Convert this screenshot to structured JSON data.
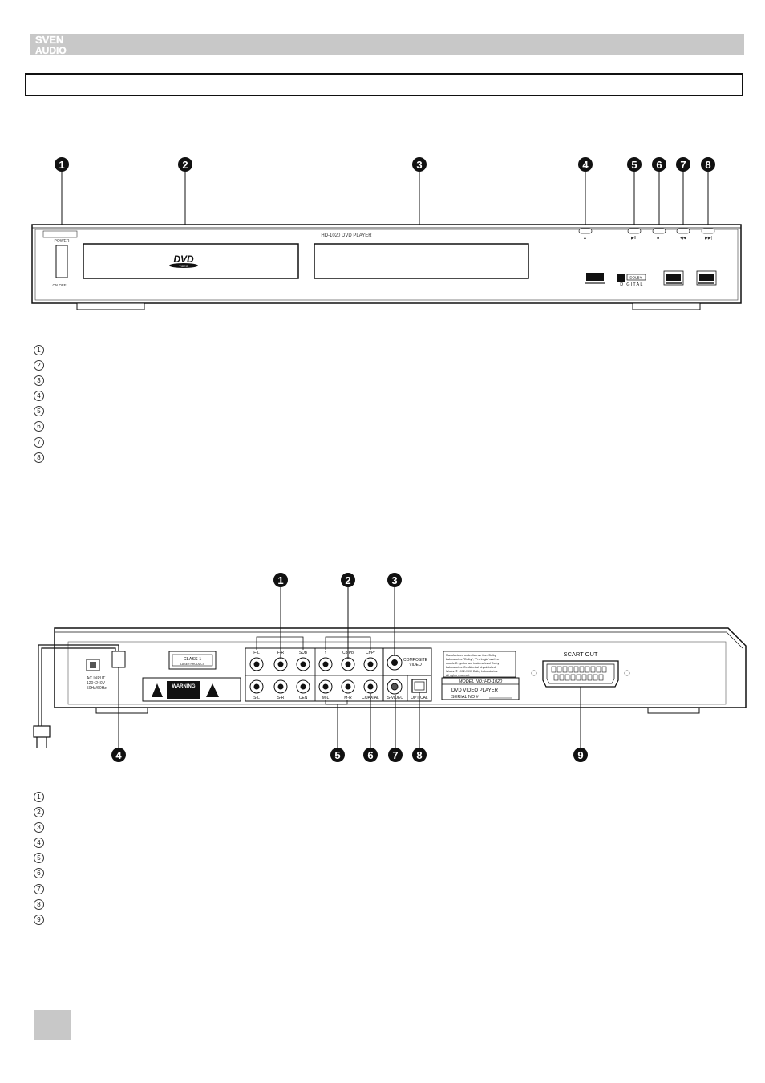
{
  "brand": {
    "line1": "SVEN",
    "line2": "AUDIO"
  },
  "front_panel": {
    "model_label": "HD-1020 DVD PLAYER",
    "power_label": "POWER",
    "on_off_label": "ON   OFF",
    "dvd_logo": "DVD",
    "dvd_logo_sub": "VIDEO",
    "dolby_label": "DOLBY",
    "digital_label": "DIGITAL",
    "callouts": [
      "1",
      "2",
      "3",
      "4",
      "5",
      "6",
      "7",
      "8"
    ],
    "legend": [
      "1",
      "2",
      "3",
      "4",
      "5",
      "6",
      "7",
      "8"
    ]
  },
  "rear_panel": {
    "ac_input": [
      "AC INPUT",
      "120~240V",
      "50Hz/60Hz"
    ],
    "class_label": "CLASS 1",
    "class_sub": "LASER PRODUCT",
    "warning_label": "WARNING",
    "jacks_top": [
      "F-L",
      "F-R",
      "SUB",
      "Y",
      "Cb/Pb",
      "Cr/Pr"
    ],
    "jacks_bottom": [
      "S-L",
      "S-R",
      "CEN",
      "M-L",
      "M-R",
      "COAXIAL"
    ],
    "composite_label": [
      "COMPOSITE",
      "VIDEO"
    ],
    "svideo_label": "S-VIDEO",
    "optical_label": "OPTICAL",
    "dolby_notice": [
      "Manufactured under license from Dolby",
      "Laboratories. \"Dolby\", \"Pro Logic\" and the",
      "double-D symbol are trademarks of Dolby",
      "Laboratories. Confidential Unpublished",
      "Works. © 1992-1997 Dolby Laboratories.",
      "All rights reserved."
    ],
    "model_no": "MODEL NO: HD-1020",
    "dvd_video_player": "DVD VIDEO PLAYER",
    "serial_no": "SERIAL NO #",
    "scart_label": "SCART OUT",
    "callouts": [
      "1",
      "2",
      "3",
      "4",
      "5",
      "6",
      "7",
      "8",
      "9"
    ],
    "legend": [
      "1",
      "2",
      "3",
      "4",
      "5",
      "6",
      "7",
      "8",
      "9"
    ]
  }
}
